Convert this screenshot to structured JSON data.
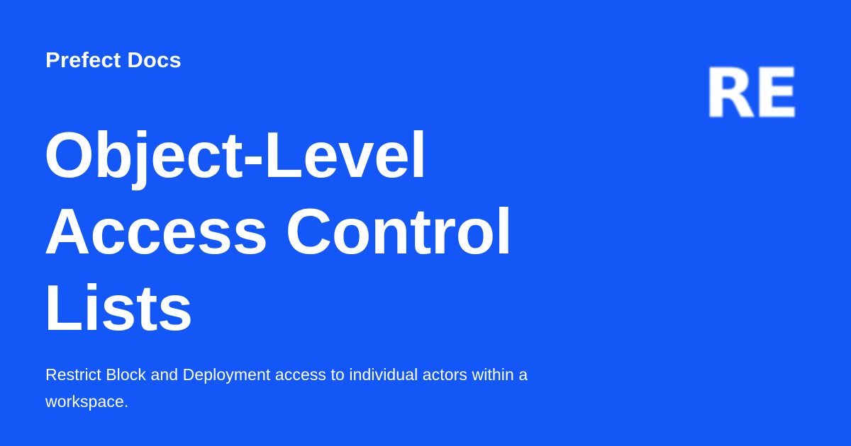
{
  "header": {
    "site_name": "Prefect Docs"
  },
  "page": {
    "title_lines": [
      "Object-Level",
      "Access Control",
      "Lists"
    ],
    "description": "Restrict Block and Deployment access to individual actors within a workspace."
  },
  "logo": {
    "text": "RE",
    "icon": "prefect-logo-icon"
  },
  "colors": {
    "background": "#1357f6",
    "text": "#ffffff"
  }
}
